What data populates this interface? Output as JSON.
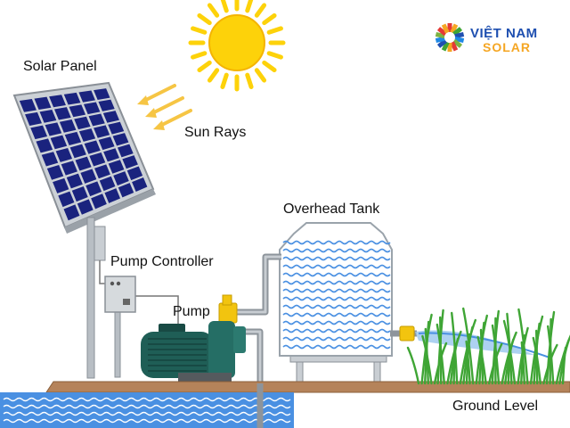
{
  "labels": {
    "solar_panel": "Solar Panel",
    "sun_rays": "Sun Rays",
    "overhead_tank": "Overhead Tank",
    "pump_controller": "Pump Controller",
    "pump": "Pump",
    "ground_level": "Ground Level"
  },
  "brand": {
    "line1": "VIỆT NAM",
    "line2": "SOLAR"
  },
  "colors": {
    "sun": "#FDD20A",
    "panel_cell": "#1A237E",
    "pump_body": "#1F5E56",
    "water": "#4A90E2",
    "ground": "#B5835A",
    "grass": "#3FA535",
    "brand_red": "#E53935",
    "brand_blue": "#1E4FB0",
    "brand_orange": "#F5A623",
    "fitting": "#F2C40F"
  },
  "icons": [
    "sun-icon",
    "brand-logo-icon"
  ]
}
